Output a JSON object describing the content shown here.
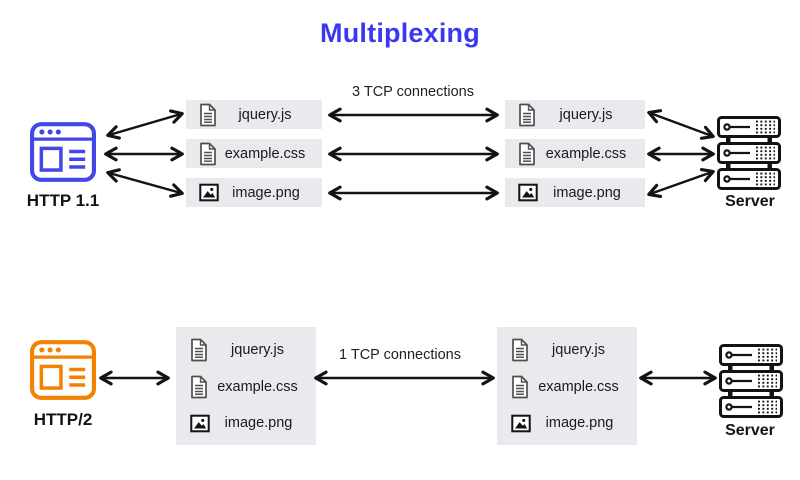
{
  "title": "Multiplexing",
  "colors": {
    "title": "#3b38f2",
    "http11": "#4347e8",
    "http2": "#f28200",
    "box": "#e9e9ee",
    "arrow": "#131313"
  },
  "http11": {
    "label": "HTTP 1.1",
    "client_icon": "browser-icon",
    "connection_label": "3 TCP connections",
    "client_files": [
      {
        "name": "jquery.js",
        "icon": "document-icon"
      },
      {
        "name": "example.css",
        "icon": "document-icon"
      },
      {
        "name": "image.png",
        "icon": "image-icon"
      }
    ],
    "server_files": [
      {
        "name": "jquery.js",
        "icon": "document-icon"
      },
      {
        "name": "example.css",
        "icon": "document-icon"
      },
      {
        "name": "image.png",
        "icon": "image-icon"
      }
    ],
    "server_label": "Server",
    "server_icon": "server-rack-icon"
  },
  "http2": {
    "label": "HTTP/2",
    "client_icon": "browser-icon",
    "connection_label": "1 TCP connections",
    "client_files": [
      {
        "name": "jquery.js",
        "icon": "document-icon"
      },
      {
        "name": "example.css",
        "icon": "document-icon"
      },
      {
        "name": "image.png",
        "icon": "image-icon"
      }
    ],
    "server_files": [
      {
        "name": "jquery.js",
        "icon": "document-icon"
      },
      {
        "name": "example.css",
        "icon": "document-icon"
      },
      {
        "name": "image.png",
        "icon": "image-icon"
      }
    ],
    "server_label": "Server",
    "server_icon": "server-rack-icon"
  }
}
